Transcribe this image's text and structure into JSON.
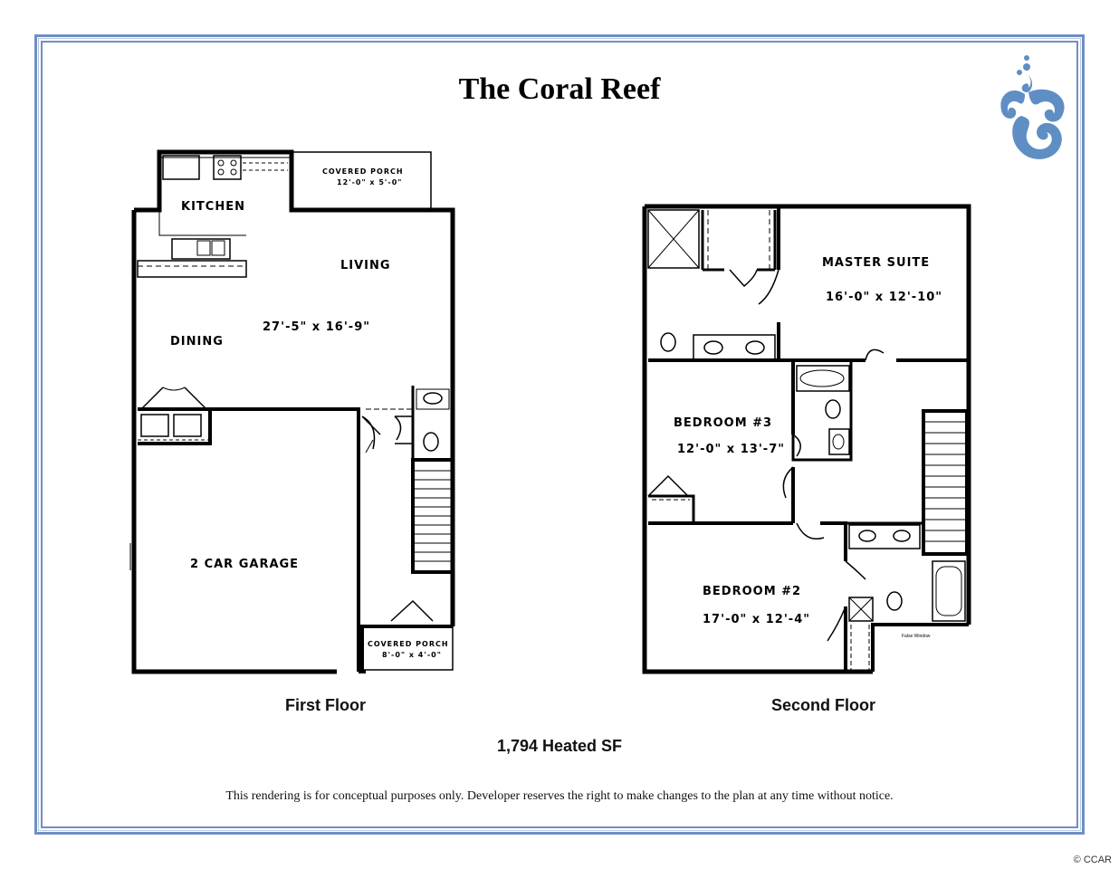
{
  "title": "The Coral Reef",
  "logo": {
    "icon": "swirl-logo-icon",
    "color": "#5f8ec4"
  },
  "frame_color": "#6f8fc4",
  "first_floor": {
    "label": "First Floor",
    "rooms": {
      "kitchen": "KITCHEN",
      "living": "LIVING",
      "dining": "DINING",
      "living_dims": "27'-5\" x 16'-9\"",
      "garage": "2 CAR GARAGE",
      "covered_porch_back": "COVERED PORCH",
      "covered_porch_back_dims": "12'-0\" x 5'-0\"",
      "covered_porch_front": "COVERED PORCH",
      "covered_porch_front_dims": "8'-0\" x 4'-0\""
    }
  },
  "second_floor": {
    "label": "Second Floor",
    "rooms": {
      "master": "MASTER SUITE",
      "master_dims": "16'-0\" x 12'-10\"",
      "bed3": "BEDROOM #3",
      "bed3_dims": "12'-0\" x 13'-7\"",
      "bed2": "BEDROOM #2",
      "bed2_dims": "17'-0\" x 12'-4\"",
      "false_window": "False Window"
    }
  },
  "heated_sf": "1,794 Heated SF",
  "disclaimer": "This rendering is for conceptual purposes only.  Developer reserves the right to make changes to the plan at any time without notice.",
  "copyright": "© CCAR"
}
